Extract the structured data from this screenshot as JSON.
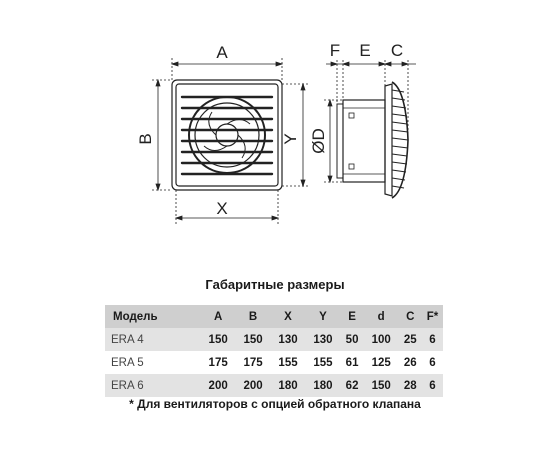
{
  "diagram": {
    "front_view_labels": {
      "A": "A",
      "B": "B",
      "X": "X",
      "Y": "Y"
    },
    "side_view_labels": {
      "F": "F",
      "E": "E",
      "C": "C",
      "D": "ØD"
    }
  },
  "table": {
    "title": "Габаритные размеры",
    "headers": [
      "Модель",
      "A",
      "B",
      "X",
      "Y",
      "E",
      "d",
      "C",
      "F*"
    ],
    "rows": [
      [
        "ERA 4",
        "150",
        "150",
        "130",
        "130",
        "50",
        "100",
        "25",
        "6"
      ],
      [
        "ERA 5",
        "175",
        "175",
        "155",
        "155",
        "61",
        "125",
        "26",
        "6"
      ],
      [
        "ERA 6",
        "200",
        "200",
        "180",
        "180",
        "62",
        "150",
        "28",
        "6"
      ]
    ]
  },
  "footnote": "* Для вентиляторов с опцией обратного клапана"
}
